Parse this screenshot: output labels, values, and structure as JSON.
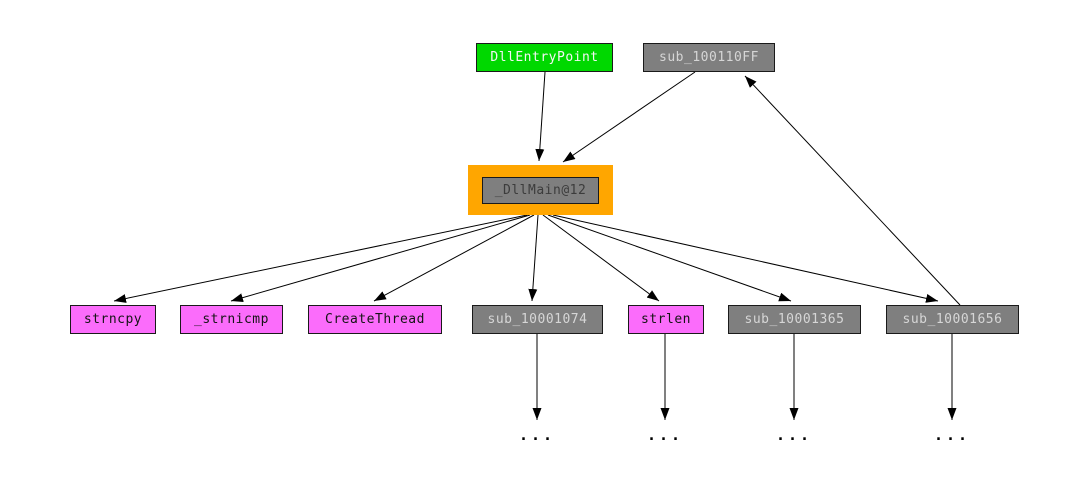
{
  "diagram": {
    "type": "call-graph",
    "ellipsis": "...",
    "colors": {
      "entry_node_bg": "#00d800",
      "sub_node_bg": "#7f7f7f",
      "import_node_bg": "#fb6cfb",
      "highlight_border": "#ffa600",
      "edge": "#000000",
      "background": "#ffffff"
    },
    "nodes": {
      "dll_entry_point": {
        "label": "DllEntryPoint",
        "type": "entry"
      },
      "sub_100110FF": {
        "label": "sub_100110FF",
        "type": "sub"
      },
      "dll_main": {
        "label": "_DllMain@12",
        "type": "highlighted"
      },
      "strncpy": {
        "label": "strncpy",
        "type": "import"
      },
      "strnicmp": {
        "label": "_strnicmp",
        "type": "import"
      },
      "create_thread": {
        "label": "CreateThread",
        "type": "import"
      },
      "sub_10001074": {
        "label": "sub_10001074",
        "type": "sub"
      },
      "strlen": {
        "label": "strlen",
        "type": "import"
      },
      "sub_10001365": {
        "label": "sub_10001365",
        "type": "sub"
      },
      "sub_10001656": {
        "label": "sub_10001656",
        "type": "sub"
      }
    },
    "edges": [
      {
        "from": "DllEntryPoint",
        "to": "_DllMain@12"
      },
      {
        "from": "sub_100110FF",
        "to": "_DllMain@12"
      },
      {
        "from": "_DllMain@12",
        "to": "strncpy"
      },
      {
        "from": "_DllMain@12",
        "to": "_strnicmp"
      },
      {
        "from": "_DllMain@12",
        "to": "CreateThread"
      },
      {
        "from": "_DllMain@12",
        "to": "sub_10001074"
      },
      {
        "from": "_DllMain@12",
        "to": "strlen"
      },
      {
        "from": "_DllMain@12",
        "to": "sub_10001365"
      },
      {
        "from": "_DllMain@12",
        "to": "sub_10001656"
      },
      {
        "from": "sub_10001656",
        "to": "sub_100110FF"
      },
      {
        "from": "sub_10001074",
        "to": "..."
      },
      {
        "from": "strlen",
        "to": "..."
      },
      {
        "from": "sub_10001365",
        "to": "..."
      },
      {
        "from": "sub_10001656",
        "to": "..."
      }
    ]
  }
}
